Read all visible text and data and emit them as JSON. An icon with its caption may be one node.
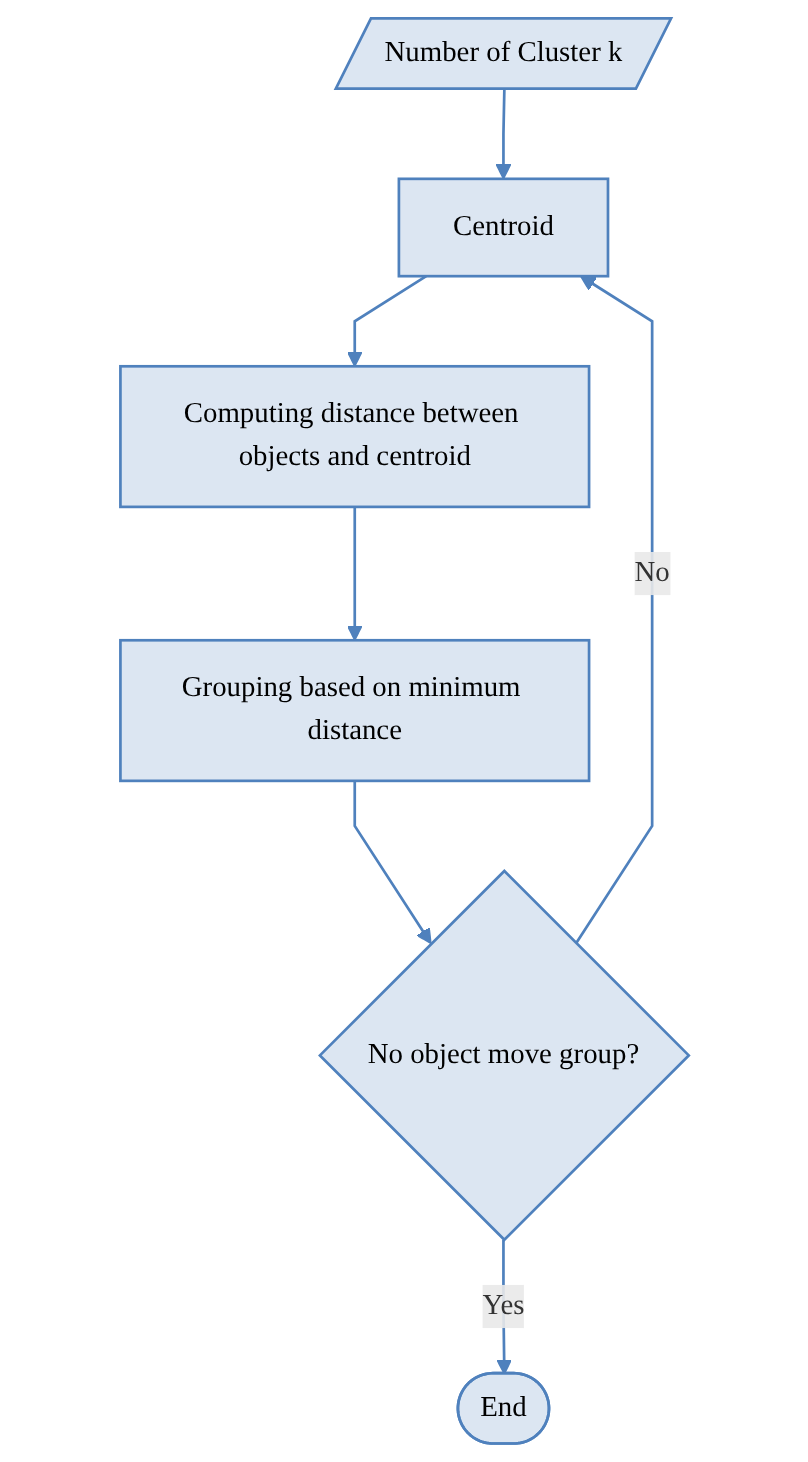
{
  "diagram": {
    "nodes": [
      {
        "text": [
          "Number of Cluster k"
        ]
      },
      {
        "text": [
          "Centroid"
        ]
      },
      {
        "text": [
          "Computing distance between objects and centroid"
        ]
      },
      {
        "text": [
          "Grouping based on minimum distance"
        ]
      },
      {
        "text": [
          "No object move group?"
        ]
      },
      {
        "text": [
          "End"
        ]
      }
    ],
    "edges": [
      {
        "from": 0,
        "to": 1,
        "arrow": "to"
      },
      {
        "from": 1,
        "to": 2,
        "arrow": "to"
      },
      {
        "from": 2,
        "to": 3,
        "arrow": "to"
      },
      {
        "from": 3,
        "to": 4,
        "arrow": "to"
      },
      {
        "from": 4,
        "to": 5,
        "arrow": "to",
        "label": "Yes"
      },
      {
        "from": 4,
        "to": 1,
        "arrow": "to",
        "label": "No"
      }
    ]
  }
}
